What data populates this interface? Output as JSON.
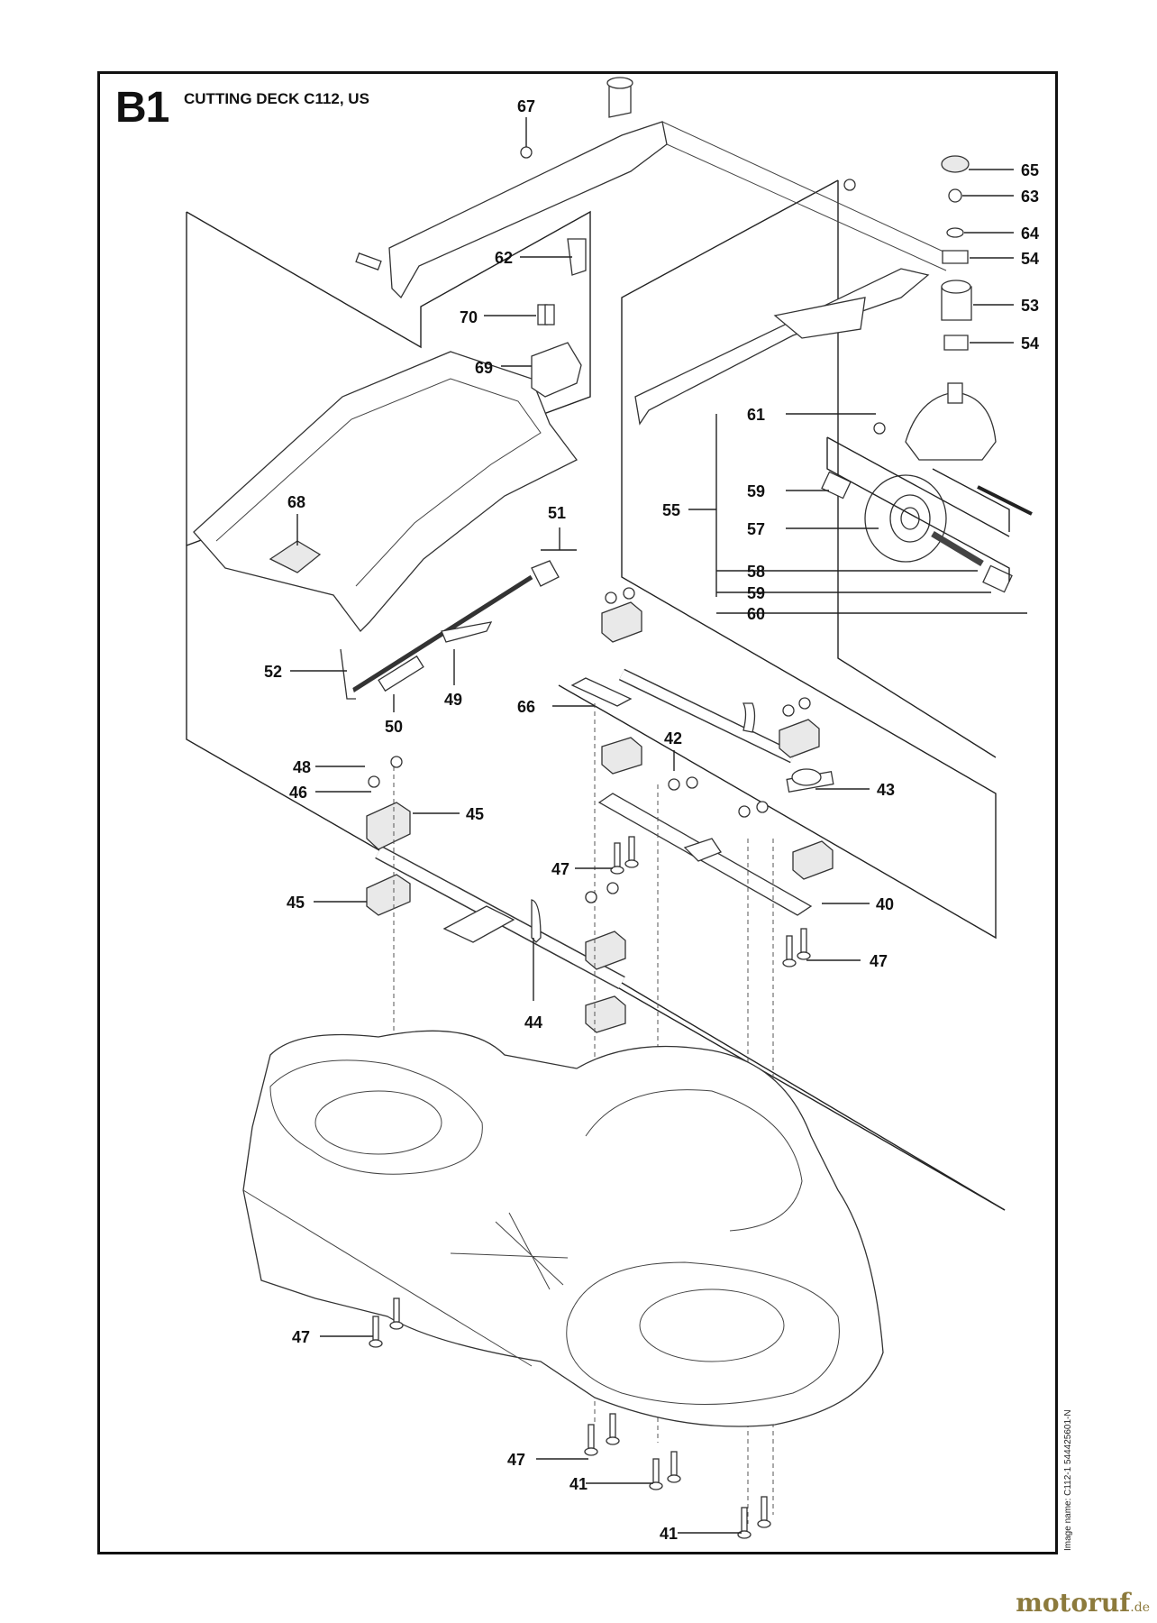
{
  "header": {
    "section_code": "B1",
    "title": "CUTTING DECK C112, US"
  },
  "side_note": "Image name: C112-1 544425601-N",
  "watermark": {
    "brand": "motoruf",
    "tld": ".de"
  },
  "callouts": [
    {
      "id": "c67a",
      "label": "67"
    },
    {
      "id": "c62",
      "label": "62"
    },
    {
      "id": "c70",
      "label": "70"
    },
    {
      "id": "c69",
      "label": "69"
    },
    {
      "id": "c68",
      "label": "68"
    },
    {
      "id": "c65",
      "label": "65"
    },
    {
      "id": "c63",
      "label": "63"
    },
    {
      "id": "c64",
      "label": "64"
    },
    {
      "id": "c54a",
      "label": "54"
    },
    {
      "id": "c53",
      "label": "53"
    },
    {
      "id": "c54b",
      "label": "54"
    },
    {
      "id": "c61",
      "label": "61"
    },
    {
      "id": "c55",
      "label": "55"
    },
    {
      "id": "c59a",
      "label": "59"
    },
    {
      "id": "c57",
      "label": "57"
    },
    {
      "id": "c58",
      "label": "58"
    },
    {
      "id": "c59b",
      "label": "59"
    },
    {
      "id": "c60",
      "label": "60"
    },
    {
      "id": "c51",
      "label": "51"
    },
    {
      "id": "c52",
      "label": "52"
    },
    {
      "id": "c50",
      "label": "50"
    },
    {
      "id": "c49",
      "label": "49"
    },
    {
      "id": "c66",
      "label": "66"
    },
    {
      "id": "c42",
      "label": "42"
    },
    {
      "id": "c43",
      "label": "43"
    },
    {
      "id": "c48",
      "label": "48"
    },
    {
      "id": "c46",
      "label": "46"
    },
    {
      "id": "c45a",
      "label": "45"
    },
    {
      "id": "c45b",
      "label": "45"
    },
    {
      "id": "c47a",
      "label": "47"
    },
    {
      "id": "c40",
      "label": "40"
    },
    {
      "id": "c47b",
      "label": "47"
    },
    {
      "id": "c44",
      "label": "44"
    },
    {
      "id": "c47c",
      "label": "47"
    },
    {
      "id": "c47d",
      "label": "47"
    },
    {
      "id": "c41a",
      "label": "41"
    },
    {
      "id": "c41b",
      "label": "41"
    }
  ]
}
